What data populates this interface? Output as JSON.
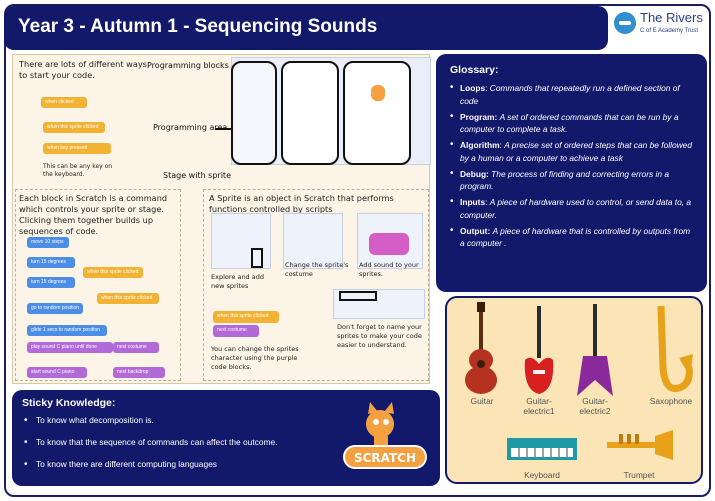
{
  "title": "Year 3 - Autumn 1 - Sequencing Sounds",
  "logo": {
    "name": "The Rivers",
    "sub": "C of E Academy Trust"
  },
  "scratch_section": {
    "intro": "There are lots of different ways to start your code.",
    "programming_blocks_label": "Programming blocks",
    "programming_area_label": "Programming area",
    "stage_label": "Stage with sprite",
    "key_note": "This can be any key on the keyboard.",
    "blocks_note": "Each block in Scratch is a command which controls your sprite or stage. Clicking them together builds up sequences of code.",
    "sprite_note": "A Sprite is an object in Scratch that performs functions controlled by scripts",
    "explore_caption": "Explore and add new sprites",
    "costume_caption": "Change the sprite's costume",
    "sound_caption": "Add sound to your sprites.",
    "sprite_block_caption": "You can change the sprites character using the purple code blocks.",
    "name_caption": "Don't forget to name your sprites to make your code easier to understand.",
    "blocks": {
      "when_flag": "when clicked",
      "when_sprite": "when this sprite clicked",
      "when_key": "when key pressed",
      "move": "move 10 steps",
      "turn1": "turn 15 degrees",
      "turn2": "turn 15 degrees",
      "goto": "go to random position",
      "glide": "glide 1 secs to random position",
      "play_sound": "play sound C piano until done",
      "start_sound": "start sound C piano",
      "next_costume": "next costume",
      "next_backdrop": "next backdrop",
      "when_sprite2": "when this sprite clicked",
      "when_sprite3": "when this sprite clicked",
      "when_sprite_clicked": "when this sprite clicked",
      "next_costume2": "next costume"
    }
  },
  "glossary": {
    "heading": "Glossary:",
    "items": [
      {
        "term": "Loops",
        "def": "Commands that repeatedly run a defined section of code"
      },
      {
        "term": "Program:",
        "def": "A set of ordered commands that can be run by a computer to complete a task."
      },
      {
        "term": "Algorithm",
        "def": "A precise set of ordered steps that can be followed by a human or a computer to achieve a task"
      },
      {
        "term": "Debug:",
        "def": "The process of finding and correcting errors in a program."
      },
      {
        "term": "Inputs",
        "def": "A piece of hardware used to control, or send data to, a computer."
      },
      {
        "term": "Output:",
        "def": "A piece of hardware that is controlled by outputs from a computer ."
      }
    ]
  },
  "instruments": {
    "guitar": "Guitar",
    "electric1": "Guitar-electric1",
    "electric2": "Guitar-electric2",
    "saxophone": "Saxophone",
    "keyboard": "Keyboard",
    "trumpet": "Trumpet"
  },
  "sticky": {
    "heading": "Sticky Knowledge:",
    "items": [
      "To know what decomposition is.",
      "To know that the sequence of commands can affect the outcome.",
      "To know there are different computing languages"
    ]
  },
  "scratch_logo_text": "SCRATCH",
  "colors": {
    "navy": "#12186a",
    "cream": "#fbe4b6",
    "scratch_bg": "#fbf4e7"
  }
}
